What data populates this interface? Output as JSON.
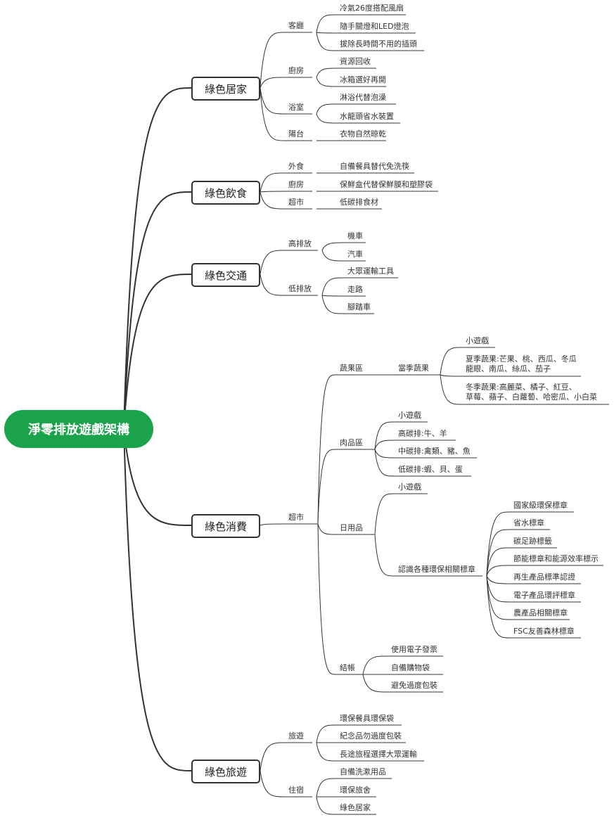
{
  "root": "淨零排放遊戲架構",
  "colors": {
    "root_bg": "#1aa34a",
    "root_text": "#ffffff",
    "line": "#333333"
  },
  "branches": [
    {
      "label": "綠色居家",
      "children": [
        {
          "label": "客廳",
          "children": [
            "冷氣26度搭配風扇",
            "隨手關燈和LED燈泡",
            "拔除長時間不用的插頭"
          ]
        },
        {
          "label": "廚房",
          "children": [
            "資源回收",
            "冰箱選好再開"
          ]
        },
        {
          "label": "浴室",
          "children": [
            "淋浴代替泡澡",
            "水龍頭省水裝置"
          ]
        },
        {
          "label": "陽台",
          "children": [
            "衣物自然晾乾"
          ]
        }
      ]
    },
    {
      "label": "綠色飲食",
      "children": [
        {
          "label": "外食",
          "children": [
            "自備餐具替代免洗筷"
          ]
        },
        {
          "label": "廚房",
          "children": [
            "保鮮盒代替保鮮膜和塑膠袋"
          ]
        },
        {
          "label": "超市",
          "children": [
            "低碳排食材"
          ]
        }
      ]
    },
    {
      "label": "綠色交通",
      "children": [
        {
          "label": "高排放",
          "children": [
            "機車",
            "汽車"
          ]
        },
        {
          "label": "低排放",
          "children": [
            "大眾運輸工具",
            "走路",
            "腳踏車"
          ]
        }
      ]
    },
    {
      "label": "綠色消費",
      "children": [
        {
          "label": "超市",
          "children": [
            {
              "label": "蔬果區",
              "children": [
                {
                  "label": "當季蔬果",
                  "children": [
                    "小遊戲",
                    "夏季蔬果:芒果、桃、西瓜、冬瓜\n龍眼、南瓜、絲瓜、茄子",
                    "冬季蔬果:高麗菜、橘子、紅豆、\n草莓、蘋子、白蘿蔔、哈密瓜、小白菜"
                  ]
                }
              ]
            },
            {
              "label": "肉品區",
              "children": [
                "小遊戲",
                "高碳排:牛、羊",
                "中碳排:禽類、豬、魚",
                "低碳排:蝦、貝、蛋"
              ]
            },
            {
              "label": "日用品",
              "children": [
                "小遊戲",
                {
                  "label": "認識各種環保相關標章",
                  "children": [
                    "國家級環保標章",
                    "省水標章",
                    "碳足跡標籤",
                    "節能標章和能源效率標示",
                    "再生產品標準認證",
                    "電子產品環評標章",
                    "農產品相關標章",
                    "FSC友善森林標章"
                  ]
                }
              ]
            },
            {
              "label": "結帳",
              "children": [
                "使用電子發票",
                "自備購物袋",
                "避免過度包裝"
              ]
            }
          ]
        }
      ]
    },
    {
      "label": "綠色旅遊",
      "children": [
        {
          "label": "旅遊",
          "children": [
            "環保餐具環保袋",
            "紀念品勿過度包裝",
            "長途旅程選擇大眾運輸"
          ]
        },
        {
          "label": "住宿",
          "children": [
            "自備洗漱用品",
            "環保旅舍",
            "綠色居家"
          ]
        }
      ]
    }
  ]
}
